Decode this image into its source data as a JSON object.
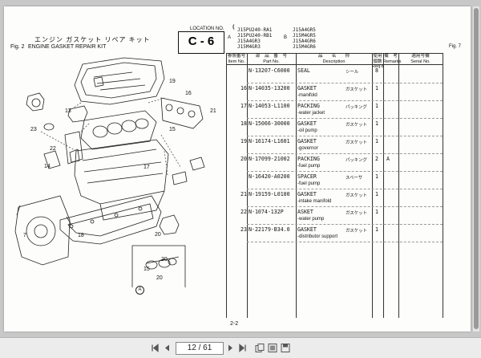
{
  "header": {
    "title_jp": "エンジン ガスケット リペア キット",
    "fig_label": "Fig. 2",
    "title_en": "ENGINE GASKET REPAIR KIT",
    "location_label": "LOCATION  NO.",
    "location_code": "C - 6",
    "fig_right": "Fig. 7",
    "models_a_marker": "A",
    "models_a": [
      "J15PU240-RA1",
      "J15PU240-RB1",
      "J15A4GR3",
      "J15M4GR3"
    ],
    "models_b_marker": "B",
    "models_b": [
      "J15A4GR5",
      "J15M4GR5",
      "J15A4GR6",
      "J15M4GR6"
    ]
  },
  "table": {
    "headers": {
      "ref_jp": "参照番号",
      "ref_en": "Item No.",
      "part_jp": "部　品　番　号",
      "part_en": "Part No.",
      "desc_jp": "品　　名　　称",
      "desc_en": "Description",
      "qty_jp": "使用個数",
      "qty_en": "Req'd",
      "remarks_jp": "備　考",
      "remarks_en": "Remarks",
      "serial_jp": "適用号機",
      "serial_en": "Serial No."
    },
    "rows": [
      {
        "ref": "",
        "part": "N-13207-C6000",
        "desc": "SEAL",
        "desc_jp": "シール",
        "qty": "8",
        "remarks": "",
        "sub": ""
      },
      {
        "ref": "16",
        "part": "N-14035-13200",
        "desc": "GASKET",
        "desc_jp": "ガスケット",
        "qty": "1",
        "remarks": "",
        "sub": "-manifold"
      },
      {
        "ref": "17",
        "part": "N-14053-L1100",
        "desc": "PACKING",
        "desc_jp": "パッキング",
        "qty": "1",
        "remarks": "",
        "sub": "-water jacket"
      },
      {
        "ref": "18",
        "part": "N-15066-30000",
        "desc": "GASKET",
        "desc_jp": "ガスケット",
        "qty": "1",
        "remarks": "",
        "sub": "-oil pump"
      },
      {
        "ref": "19",
        "part": "N-16174-L1601",
        "desc": "GASKET",
        "desc_jp": "ガスケット",
        "qty": "1",
        "remarks": "",
        "sub": "-governor"
      },
      {
        "ref": "20",
        "part": "N-17099-21002",
        "desc": "PACKING",
        "desc_jp": "パッキング",
        "qty": "2",
        "remarks": "A",
        "sub": "-fuel pump"
      },
      {
        "ref": "",
        "part": "N-16420-A0200",
        "desc": "SPACER",
        "desc_jp": "スペーサ",
        "qty": "1",
        "remarks": "",
        "sub": "-fuel pump"
      },
      {
        "ref": "21",
        "part": "N-19159-L0100",
        "desc": "GASKET",
        "desc_jp": "ガスケット",
        "qty": "1",
        "remarks": "",
        "sub": "-intake manifold"
      },
      {
        "ref": "22",
        "part": "N-1074-132P",
        "desc": "ASKET",
        "desc_jp": "ガスケット",
        "qty": "1",
        "remarks": "",
        "sub": "-water pump"
      },
      {
        "ref": "23",
        "part": "N-22179-B34.0",
        "desc": "GASKET",
        "desc_jp": "ガスケット",
        "qty": "1",
        "remarks": "",
        "sub": "-distributor support"
      }
    ]
  },
  "diagram": {
    "callouts": [
      "19",
      "16",
      "13",
      "21",
      "15",
      "23",
      "22",
      "14",
      "17",
      "7",
      "18",
      "20",
      "20",
      "15",
      "20",
      "A"
    ]
  },
  "footer": {
    "page_ref": "2-2"
  },
  "viewer": {
    "page_input": "12 / 61",
    "icons": [
      "first-page-icon",
      "prev-page-icon",
      "next-page-icon",
      "last-page-icon",
      "copy-icon",
      "fit-page-icon",
      "save-icon"
    ]
  }
}
